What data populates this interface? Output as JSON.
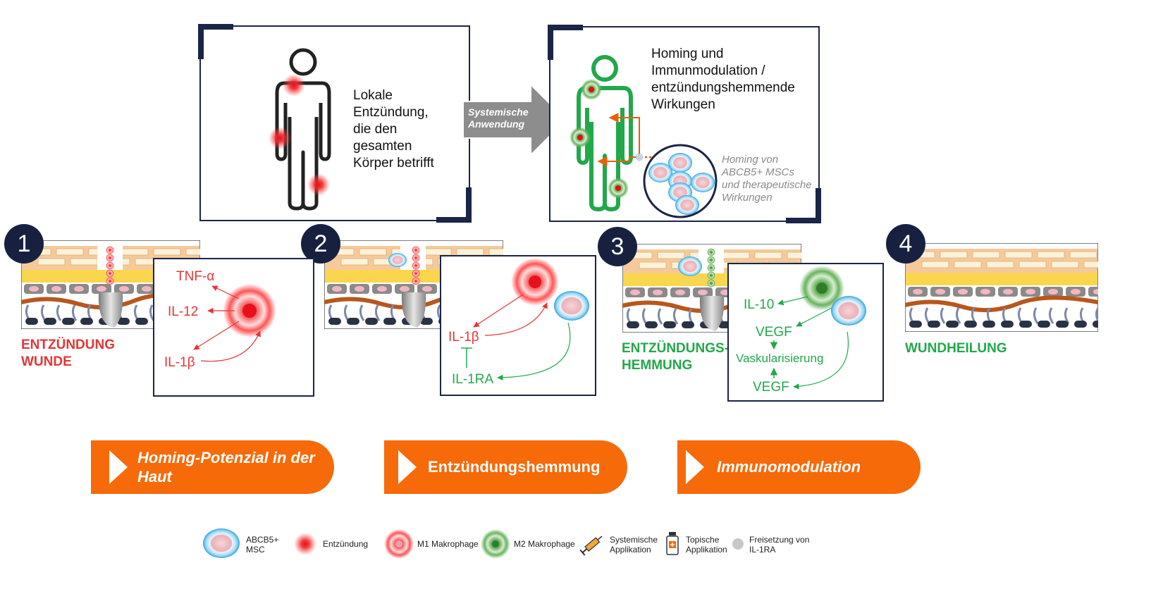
{
  "top_left_panel": {
    "text_lines": [
      "Lokale",
      "Entzündung,",
      "die den",
      "gesamten",
      "Körper betrifft"
    ]
  },
  "arrow_label": [
    "Systemische",
    "Anwendung"
  ],
  "top_right_panel": {
    "title_lines": [
      "Homing und",
      "Immunmodulation /",
      "entzündungshemmende",
      "Wirkungen"
    ],
    "caption_lines": [
      "Homing von",
      "ABCB5+ MSCs",
      "und therapeutische",
      "Wirkungen"
    ]
  },
  "stages": [
    {
      "number": "1",
      "title_lines": [
        "ENTZÜNDUNG",
        "WUNDE"
      ],
      "color": "#e53535",
      "labels": {
        "tnf": "TNF-α",
        "il12": "IL-12",
        "il1b": "IL-1β"
      }
    },
    {
      "number": "2",
      "labels": {
        "il1b": "IL-1β",
        "il1ra": "IL-1RA"
      }
    },
    {
      "number": "3",
      "title_lines": [
        "ENTZÜNDUNGS-",
        "HEMMUNG"
      ],
      "color": "#22a84a",
      "labels": {
        "il10": "IL-10",
        "vegf1": "VEGF",
        "vask": "Vaskularisierung",
        "vegf2": "VEGF"
      }
    },
    {
      "number": "4",
      "title_lines": [
        "WUNDHEILUNG"
      ],
      "color": "#22a84a"
    }
  ],
  "banners": [
    {
      "lines": [
        "Homing-Potenzial in der",
        "Haut"
      ]
    },
    {
      "lines": [
        "Entzündungshemmung"
      ]
    },
    {
      "lines": [
        "Immunomodulation"
      ]
    }
  ],
  "legend": [
    {
      "icon": "msc-cell-icon",
      "lines": [
        "ABCB5+",
        "MSC"
      ]
    },
    {
      "icon": "inflammation-icon",
      "lines": [
        "Entzündung"
      ]
    },
    {
      "icon": "m1-macrophage-icon",
      "lines": [
        "M1 Makrophage"
      ]
    },
    {
      "icon": "m2-macrophage-icon",
      "lines": [
        "M2 Makrophage"
      ]
    },
    {
      "icon": "syringe-icon",
      "lines": [
        "Systemische",
        "Applikation"
      ]
    },
    {
      "icon": "topical-bottle-icon",
      "lines": [
        "Topische",
        "Applikation"
      ]
    },
    {
      "icon": "il1ra-release-icon",
      "lines": [
        "Freisetzung von",
        "IL-1RA"
      ]
    }
  ],
  "colors": {
    "navy": "#1a2547",
    "red": "#e53535",
    "green": "#22a84a",
    "orange": "#f66a0a"
  }
}
